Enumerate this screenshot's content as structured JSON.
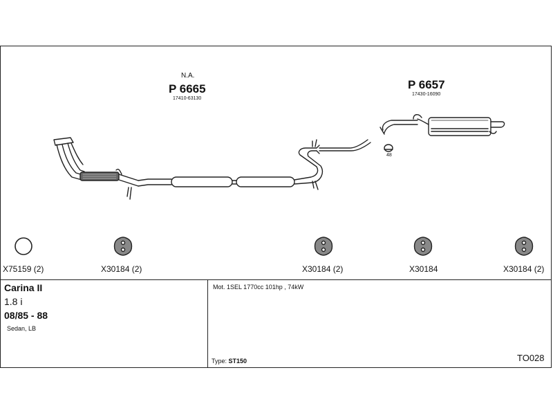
{
  "assembly": {
    "part_1": {
      "na": "N.A.",
      "number": "P 6665",
      "oem": "17410-63130"
    },
    "part_2": {
      "number": "P 6657",
      "oem": "17430-16090"
    },
    "clamp_size": "48"
  },
  "fittings": [
    {
      "code": "X75159 (2)",
      "icon": "rubber-ring-icon"
    },
    {
      "code": "X30184 (2)",
      "icon": "rubber-hanger-icon"
    },
    {
      "code": "X30184 (2)",
      "icon": "rubber-hanger-icon"
    },
    {
      "code": "X30184",
      "icon": "rubber-hanger-icon"
    },
    {
      "code": "X30184 (2)",
      "icon": "rubber-hanger-icon"
    }
  ],
  "vehicle": {
    "model": "Carina  II",
    "engine_size": "1.8 i",
    "years": "08/85 - 88",
    "body": "Sedan, LB"
  },
  "specs": {
    "motor": "Mot. 1SEL 1770cc 101hp , 74kW",
    "type_label": "Type:",
    "type_value": "ST150",
    "code": "TO028"
  },
  "colors": {
    "line": "#222222",
    "fill": "#ffffff"
  }
}
